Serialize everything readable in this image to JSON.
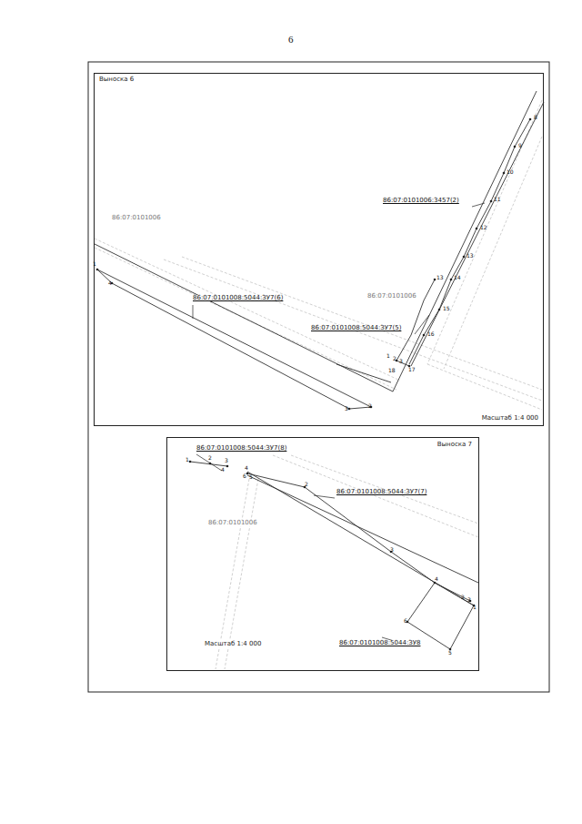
{
  "diagram": {
    "nodes": [
      {
        "text": [
          "Выноска 6",
          "Масштаб 1:4 000"
        ]
      },
      {
        "text": [
          "Выноска 7",
          "Масштаб 1:4 000"
        ]
      }
    ],
    "labels": [
      "6",
      "86:07:0101006",
      "86:07:0101008:5044:ЗУ7(6)",
      "86:07:0101006",
      "86:07:0101008:5044:ЗУ7(5)",
      "86:07:0101006:3457(2)",
      "1",
      "4",
      "3",
      "2",
      "8",
      "9",
      "10",
      "11",
      "12",
      "13",
      "13",
      "14",
      "15",
      "16",
      "1",
      "2",
      "3",
      "18",
      "17",
      "86:07:0101008:5044:ЗУ7(8)",
      "86:07:0101008:5044:ЗУ7(7)",
      "86:07:0101006",
      "86:07:0101008:5044:ЗУ8",
      "1",
      "2",
      "3",
      "4",
      "4",
      "6",
      "5",
      "2",
      "3",
      "4",
      "2",
      "3",
      "1",
      "6",
      "5"
    ]
  }
}
